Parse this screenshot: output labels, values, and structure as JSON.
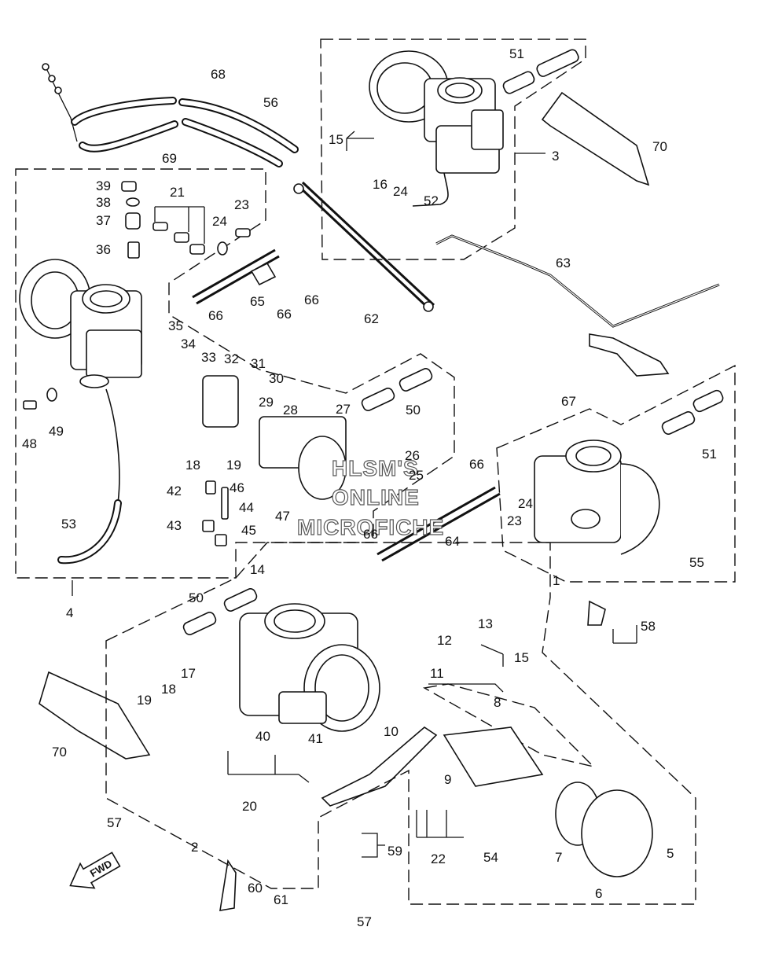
{
  "watermark": {
    "line1": "HLSM'S",
    "line2": "ONLINE",
    "line3": "MICROFICHE"
  },
  "direction_arrow": {
    "label": "FWD"
  },
  "callouts": [
    {
      "id": "c1",
      "text": "1"
    },
    {
      "id": "c2",
      "text": "2"
    },
    {
      "id": "c3",
      "text": "3"
    },
    {
      "id": "c4",
      "text": "4"
    },
    {
      "id": "c5",
      "text": "5"
    },
    {
      "id": "c6",
      "text": "6"
    },
    {
      "id": "c7",
      "text": "7"
    },
    {
      "id": "c8",
      "text": "8"
    },
    {
      "id": "c9",
      "text": "9"
    },
    {
      "id": "c10",
      "text": "10"
    },
    {
      "id": "c11",
      "text": "11"
    },
    {
      "id": "c12",
      "text": "12"
    },
    {
      "id": "c13",
      "text": "13"
    },
    {
      "id": "c14",
      "text": "14"
    },
    {
      "id": "c15a",
      "text": "15"
    },
    {
      "id": "c15b",
      "text": "15"
    },
    {
      "id": "c16",
      "text": "16"
    },
    {
      "id": "c17",
      "text": "17"
    },
    {
      "id": "c18a",
      "text": "18"
    },
    {
      "id": "c18b",
      "text": "18"
    },
    {
      "id": "c19a",
      "text": "19"
    },
    {
      "id": "c19b",
      "text": "19"
    },
    {
      "id": "c20",
      "text": "20"
    },
    {
      "id": "c21",
      "text": "21"
    },
    {
      "id": "c22",
      "text": "22"
    },
    {
      "id": "c23a",
      "text": "23"
    },
    {
      "id": "c23b",
      "text": "23"
    },
    {
      "id": "c24a",
      "text": "24"
    },
    {
      "id": "c24b",
      "text": "24"
    },
    {
      "id": "c24c",
      "text": "24"
    },
    {
      "id": "c25",
      "text": "25"
    },
    {
      "id": "c26",
      "text": "26"
    },
    {
      "id": "c27",
      "text": "27"
    },
    {
      "id": "c28",
      "text": "28"
    },
    {
      "id": "c29",
      "text": "29"
    },
    {
      "id": "c30",
      "text": "30"
    },
    {
      "id": "c31",
      "text": "31"
    },
    {
      "id": "c32",
      "text": "32"
    },
    {
      "id": "c33",
      "text": "33"
    },
    {
      "id": "c34",
      "text": "34"
    },
    {
      "id": "c35",
      "text": "35"
    },
    {
      "id": "c36",
      "text": "36"
    },
    {
      "id": "c37",
      "text": "37"
    },
    {
      "id": "c38",
      "text": "38"
    },
    {
      "id": "c39",
      "text": "39"
    },
    {
      "id": "c40",
      "text": "40"
    },
    {
      "id": "c41",
      "text": "41"
    },
    {
      "id": "c42",
      "text": "42"
    },
    {
      "id": "c43",
      "text": "43"
    },
    {
      "id": "c44",
      "text": "44"
    },
    {
      "id": "c45",
      "text": "45"
    },
    {
      "id": "c46",
      "text": "46"
    },
    {
      "id": "c47",
      "text": "47"
    },
    {
      "id": "c48",
      "text": "48"
    },
    {
      "id": "c49",
      "text": "49"
    },
    {
      "id": "c50a",
      "text": "50"
    },
    {
      "id": "c50b",
      "text": "50"
    },
    {
      "id": "c51a",
      "text": "51"
    },
    {
      "id": "c51b",
      "text": "51"
    },
    {
      "id": "c52",
      "text": "52"
    },
    {
      "id": "c53",
      "text": "53"
    },
    {
      "id": "c54",
      "text": "54"
    },
    {
      "id": "c55",
      "text": "55"
    },
    {
      "id": "c56",
      "text": "56"
    },
    {
      "id": "c57a",
      "text": "57"
    },
    {
      "id": "c57b",
      "text": "57"
    },
    {
      "id": "c58",
      "text": "58"
    },
    {
      "id": "c59",
      "text": "59"
    },
    {
      "id": "c60",
      "text": "60"
    },
    {
      "id": "c61",
      "text": "61"
    },
    {
      "id": "c62",
      "text": "62"
    },
    {
      "id": "c63",
      "text": "63"
    },
    {
      "id": "c64",
      "text": "64"
    },
    {
      "id": "c65",
      "text": "65"
    },
    {
      "id": "c66a",
      "text": "66"
    },
    {
      "id": "c66b",
      "text": "66"
    },
    {
      "id": "c66c",
      "text": "66"
    },
    {
      "id": "c66d",
      "text": "66"
    },
    {
      "id": "c66e",
      "text": "66"
    },
    {
      "id": "c67",
      "text": "67"
    },
    {
      "id": "c68",
      "text": "68"
    },
    {
      "id": "c69",
      "text": "69"
    },
    {
      "id": "c70a",
      "text": "70"
    },
    {
      "id": "c70b",
      "text": "70"
    }
  ]
}
